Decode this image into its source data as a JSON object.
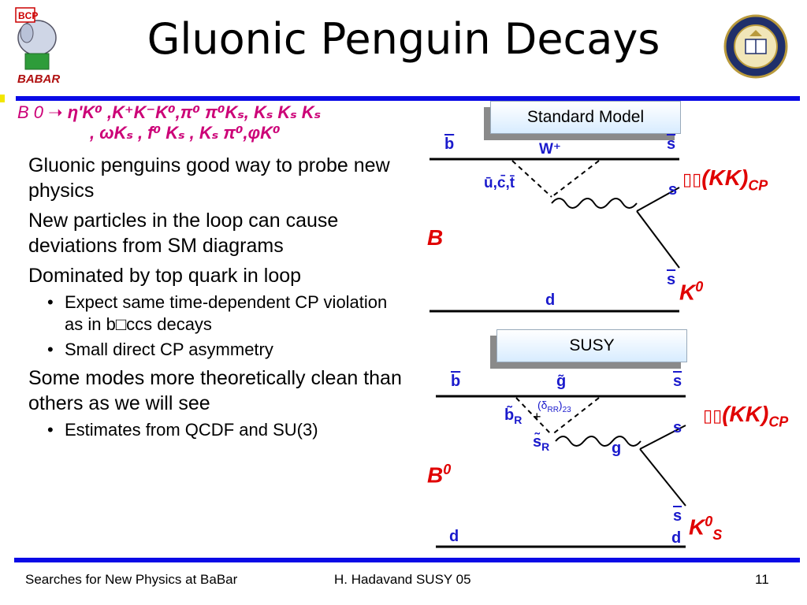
{
  "header": {
    "title": "Gluonic Penguin Decays",
    "logo_text": "BABAR",
    "logo_badge": "BCP"
  },
  "reaction": {
    "prefix": "B 0",
    "arrow": "➝",
    "line1_rest": "η'K⁰ ,K⁺K⁻K⁰,π⁰ π⁰Kₛ, Kₛ Kₛ Kₛ",
    "line2": ", ωKₛ , f⁰ Kₛ , Kₛ π⁰,φK⁰"
  },
  "bullets": [
    {
      "text": "Gluonic penguins good way to probe new physics",
      "subs": []
    },
    {
      "text": "New particles in the loop can cause deviations from SM diagrams",
      "subs": []
    },
    {
      "text": "Dominated by top quark in loop",
      "subs": [
        "Expect same time-dependent CP violation as in b□ccs decays",
        "Small direct CP asymmetry"
      ]
    },
    {
      "text": "Some modes more theoretically clean than others as we will see",
      "subs": [
        "Estimates from QCDF and SU(3)"
      ]
    }
  ],
  "bullet_mark": "",
  "sub_mark": "•",
  "sm_diagram": {
    "box_label": "Standard Model",
    "b_label": "b",
    "w_label": "W⁺",
    "s_bar_top": "s",
    "loop_label": "ū,c̄,t̄",
    "s_mid": "s",
    "final_label": "(KK)",
    "final_sub": "CP",
    "final_prefix": "▯▯",
    "B_label": "B",
    "s_bar_low": "s",
    "K_label": "K",
    "K_sup": "0",
    "d_label": "d"
  },
  "susy_diagram": {
    "box_label": "SUSY",
    "b_label": "b",
    "g_label": "g̃",
    "s_bar_top": "s",
    "bR_label": "b̃",
    "bR_sub": "R",
    "delta_label": "(",
    "delta_sym": "δ",
    "delta_sub": "RR",
    "delta_close": ")",
    "delta_idx": "23",
    "sR_label": "s̃",
    "sR_sub": "R",
    "gluon_label": "g",
    "s_mid": "s",
    "final_prefix": "▯▯",
    "final_label": "(KK)",
    "final_sub": "CP",
    "B_label": "B",
    "B_sup": "0",
    "s_bar_low": "s",
    "K_label": "K",
    "K_sup": "0",
    "K_sub": "S",
    "d_left": "d",
    "d_right": "d"
  },
  "footer": {
    "left": "Searches for New Physics at BaBar",
    "center": "H. Hadavand  SUSY 05",
    "page": "11"
  },
  "colors": {
    "bar": "#0a0ae6",
    "reaction": "#cc0077",
    "quark_label": "#1a1acc",
    "meson_label": "#e00000"
  }
}
